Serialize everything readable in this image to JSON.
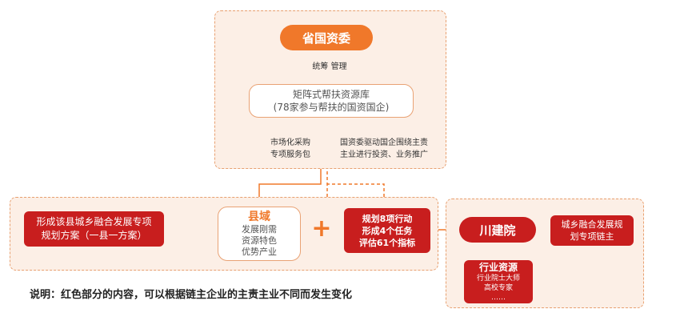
{
  "colors": {
    "orange": "#f0782a",
    "red": "#c81e1e",
    "panel": "#fcefe6",
    "border": "#e8a070"
  },
  "top": {
    "title": "省国资委",
    "link_label": "统筹  管理",
    "pool_line1": "矩阵式帮扶资源库",
    "pool_line2": "(78家参与帮扶的国资国企)",
    "left_note_1": "市场化采购",
    "left_note_2": "专项服务包",
    "right_note_1": "国资委驱动国企围绕主责",
    "right_note_2": "主业进行投资、业务推广"
  },
  "middle": {
    "output_line1": "形成该县城乡融合发展专项",
    "output_line2": "规划方案（一县一方案）",
    "county_title": "县域",
    "county_lines": [
      "发展刚需",
      "资源特色",
      "优势产业"
    ],
    "plus": "+",
    "actions_lines": [
      "规划8项行动",
      "形成4个任务",
      "评估61个指标"
    ]
  },
  "right": {
    "institute": "川建院",
    "plan_line1": "城乡融合发展规",
    "plan_line2": "划专项链主",
    "industry_title": "行业资源",
    "industry_lines": [
      "行业院士大师",
      "高校专家",
      "……"
    ]
  },
  "note": "说明：红色部分的内容，可以根据链主企业的主责主业不同而发生变化"
}
